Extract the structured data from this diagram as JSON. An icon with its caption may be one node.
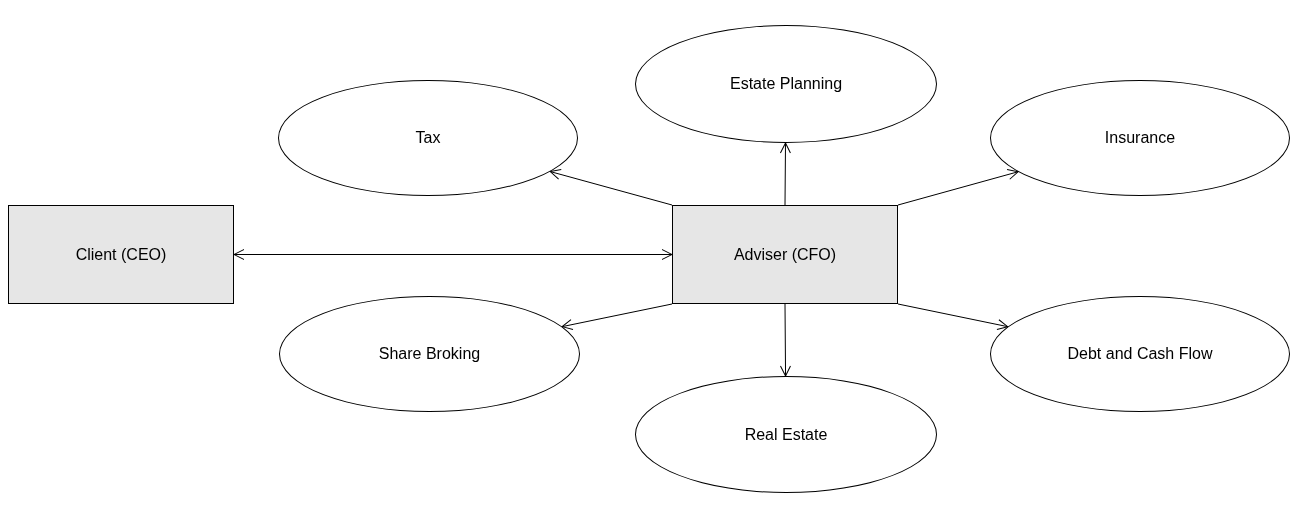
{
  "diagram": {
    "nodes": [
      {
        "text": [
          "Estate Planning"
        ]
      },
      {
        "text": [
          "Tax"
        ]
      },
      {
        "text": [
          "Insurance"
        ]
      },
      {
        "text": [
          "Client (CEO)"
        ]
      },
      {
        "text": [
          "Adviser (CFO)"
        ]
      },
      {
        "text": [
          "Share Broking"
        ]
      },
      {
        "text": [
          "Real Estate"
        ]
      },
      {
        "text": [
          "Debt and Cash Flow"
        ]
      }
    ],
    "edges": [
      {
        "from": 3,
        "to": 4,
        "arrow": "both"
      },
      {
        "from": 4,
        "to": 1,
        "arrow": "to"
      },
      {
        "from": 4,
        "to": 0,
        "arrow": "to"
      },
      {
        "from": 4,
        "to": 2,
        "arrow": "to"
      },
      {
        "from": 4,
        "to": 5,
        "arrow": "to"
      },
      {
        "from": 4,
        "to": 6,
        "arrow": "to"
      },
      {
        "from": 4,
        "to": 7,
        "arrow": "to"
      }
    ]
  }
}
